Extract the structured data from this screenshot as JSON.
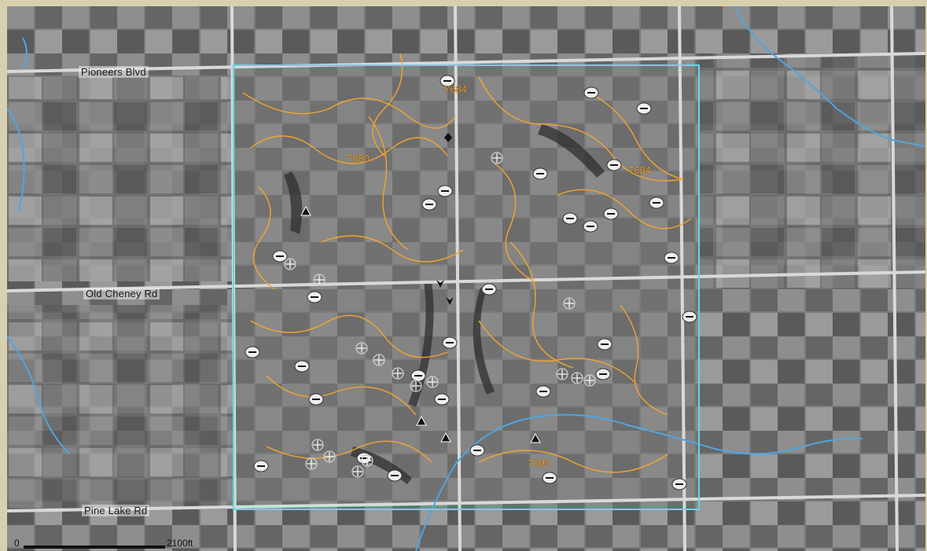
{
  "map": {
    "roads": [
      {
        "id": "pioneers",
        "label": "Pioneers Blvd"
      },
      {
        "id": "old-cheney",
        "label": "Old Cheney Rd"
      },
      {
        "id": "pine-lake",
        "label": "Pine Lake Rd"
      }
    ],
    "zone_labels": [
      "7684",
      "7680",
      "7684",
      "7695"
    ],
    "scale": {
      "start": "0",
      "end": "2100ft"
    },
    "colors": {
      "study_area_boundary": "#5fd9e8",
      "contours": "#f3a52e",
      "streams": "#4fa6e0",
      "roads": "#d9d9d9",
      "frame": "#d8cfae"
    },
    "symbols": {
      "depression": "minus-circle-icon",
      "summit": "plus-circle-icon",
      "peak": "triangle-icon",
      "drain": "chevron-down-icon"
    }
  }
}
